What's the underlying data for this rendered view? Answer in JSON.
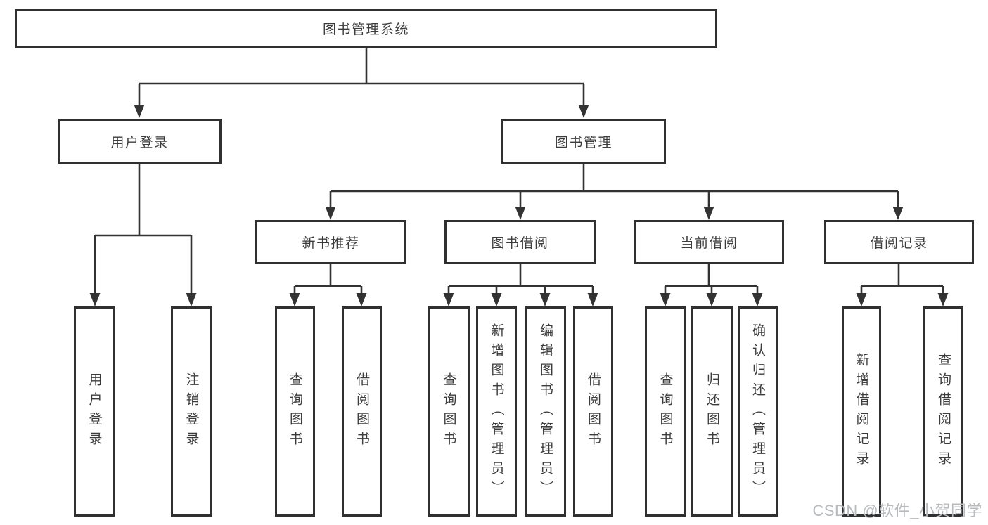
{
  "diagram": {
    "title": "图书管理系统",
    "branches": [
      {
        "label": "用户登录",
        "children": [
          {
            "label": "用户登录"
          },
          {
            "label": "注销登录"
          }
        ]
      },
      {
        "label": "图书管理",
        "children": [
          {
            "label": "新书推荐",
            "children": [
              {
                "label": "查询图书"
              },
              {
                "label": "借阅图书"
              }
            ]
          },
          {
            "label": "图书借阅",
            "children": [
              {
                "label": "查询图书"
              },
              {
                "label": "新增图书（管理员）"
              },
              {
                "label": "编辑图书（管理员）"
              },
              {
                "label": "借阅图书"
              }
            ]
          },
          {
            "label": "当前借阅",
            "children": [
              {
                "label": "查询图书"
              },
              {
                "label": "归还图书"
              },
              {
                "label": "确认归还（管理员）"
              }
            ]
          },
          {
            "label": "借阅记录",
            "children": [
              {
                "label": "新增借阅记录"
              },
              {
                "label": "查询借阅记录"
              }
            ]
          }
        ]
      }
    ]
  },
  "watermark": "CSDN @软件_小贺同学",
  "colors": {
    "line": "#333333",
    "border": "#303030",
    "text": "#3c3c3c",
    "watermark": "#b7bbbe",
    "background": "#ffffff"
  }
}
